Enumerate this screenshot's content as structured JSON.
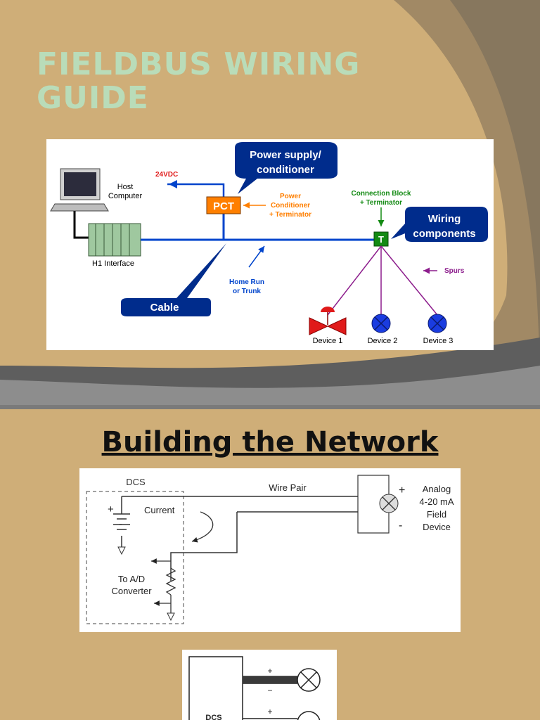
{
  "slide1": {
    "title_line1": "FIELDBUS WIRING",
    "title_line2": "GUIDE",
    "diagram": {
      "callout_power": [
        "Power supply/",
        "conditioner"
      ],
      "label_24vdc": "24VDC",
      "host_computer": [
        "Host",
        "Computer"
      ],
      "pct": "PCT",
      "power_conditioner": [
        "Power",
        "Conditioner",
        "+ Terminator"
      ],
      "connection_block": [
        "Connection Block",
        "+ Terminator"
      ],
      "callout_wiring": [
        "Wiring",
        "components"
      ],
      "terminator": "T",
      "h1_interface": "H1 Interface",
      "spurs": "Spurs",
      "home_run": [
        "Home Run",
        "or Trunk"
      ],
      "callout_cable": "Cable",
      "devices": [
        "Device 1",
        "Device 2",
        "Device 3"
      ],
      "colors": {
        "callout": "#002c8c",
        "pct": "#ff7f00",
        "terminator": "#138a13",
        "wire": "#0044cc",
        "spur": "#8c1c8c",
        "valve": "#e01a1a",
        "device": "#1a3ce0"
      }
    }
  },
  "slide2": {
    "title": "Building the Network",
    "circuit": {
      "dcs": "DCS",
      "wire_pair": "Wire Pair",
      "current": "Current",
      "plus": "+",
      "minus": "-",
      "to_ad": [
        "To A/D",
        "Converter"
      ],
      "analog": [
        "Analog",
        "4-20 mA",
        "Field",
        "Device"
      ]
    },
    "dcs_small": {
      "plus": "+",
      "minus": "−",
      "label": "DCS"
    }
  }
}
